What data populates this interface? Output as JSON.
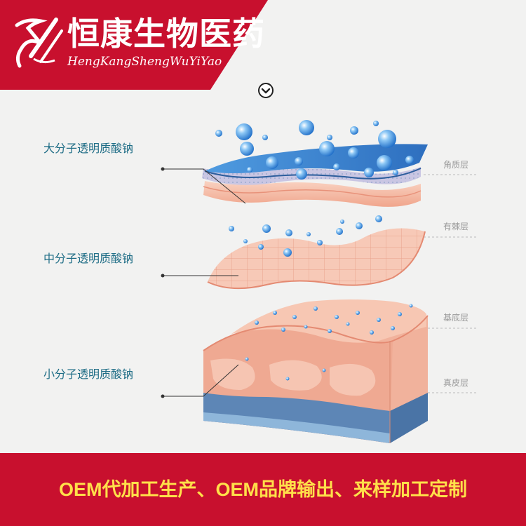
{
  "brand": {
    "name_cn": "恒康生物医药",
    "name_en": "HengKangShengWuYiYao",
    "banner_color": "#c8102e"
  },
  "icons": {
    "logo": "brand-logo-mark",
    "scroll": "chevron-down-circle-icon"
  },
  "molecules": {
    "large": "大分子透明质酸钠",
    "medium": "中分子透明质酸钠",
    "small": "小分子透明质酸钠"
  },
  "skin_layers": {
    "corneum": "角质层",
    "spinosum": "有棘层",
    "basale": "基底层",
    "dermis": "真皮层"
  },
  "footer": {
    "text": "OEM代加工生产、OEM品牌输出、来样加工定制",
    "text_color": "#ffe04a"
  },
  "colors": {
    "background": "#f2f2f1",
    "water_blue": "#3f8fd8",
    "skin_pink": "#f4b7a0",
    "dermis_blue": "#5d86b6"
  }
}
